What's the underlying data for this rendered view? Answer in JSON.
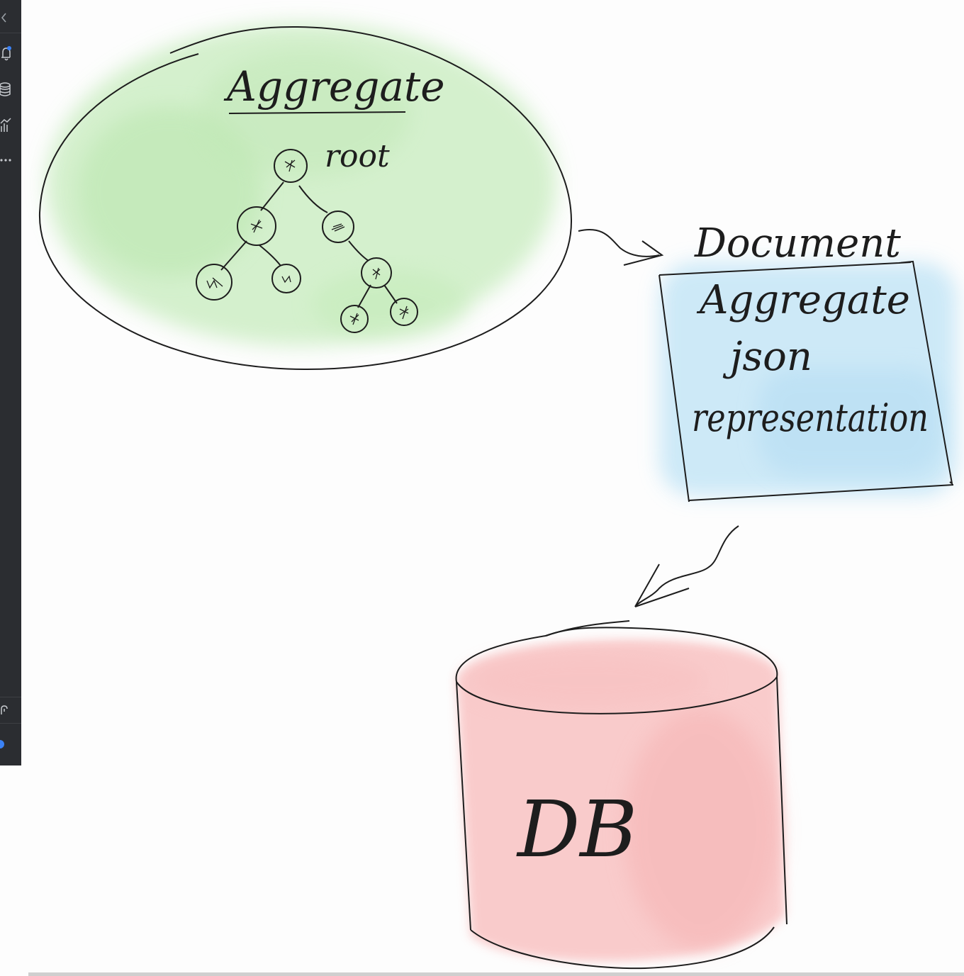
{
  "sidebar": {
    "items": [
      {
        "icon": "chevron-left-icon"
      },
      {
        "icon": "bell-icon",
        "badge_color": "#3b82f6"
      },
      {
        "icon": "database-icon"
      },
      {
        "icon": "chart-icon"
      },
      {
        "icon": "more-icon"
      },
      {
        "icon": "link-icon"
      },
      {
        "icon": "status-dot-icon",
        "color": "#3b82f6"
      }
    ]
  },
  "diagram": {
    "aggregate": {
      "title": "Aggregate",
      "root_label": "root",
      "fill": "#cdeec5"
    },
    "document": {
      "label": "Document",
      "lines": [
        "Aggregate",
        "json",
        "representation"
      ],
      "fill": "#c8e7f7"
    },
    "database": {
      "label": "DB",
      "fill": "#f9c9c9"
    }
  }
}
